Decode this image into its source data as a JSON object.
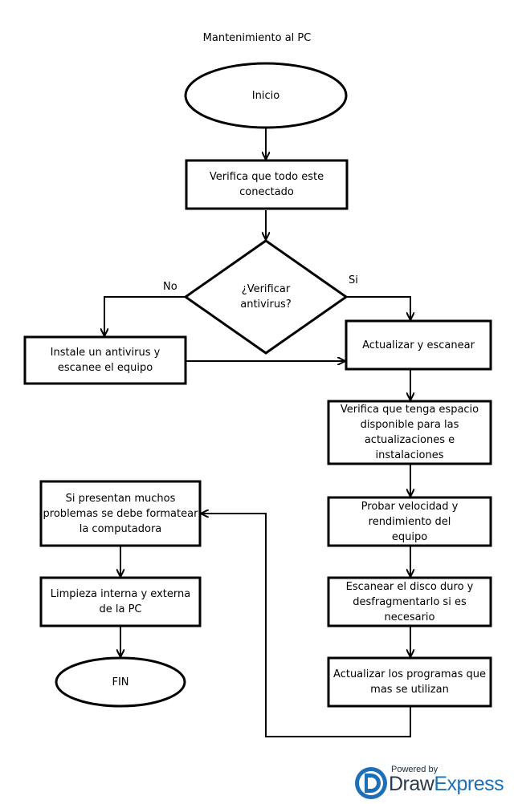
{
  "title": "Mantenimiento al PC",
  "nodes": {
    "start": "Inicio",
    "check_connected": "Verifica que todo este conectado",
    "verify_antivirus": "¿Verificar antivirus?",
    "install_antivirus": "Instale un antivirus y escanee el equipo",
    "update_scan": "Actualizar y escanear",
    "check_space": "Verifica que tenga espacio disponible para las actualizaciones e instalaciones",
    "test_speed": "Probar velocidad y rendimiento del equipo",
    "scan_disk": "Escanear el disco duro y desfragmentarlo si es necesario",
    "update_programs": "Actualizar los programas que mas se utilizan",
    "format_pc": "Si presentan muchos problemas se debe formatear la computadora",
    "clean_pc": "Limpieza interna y externa de la PC",
    "end": "FIN"
  },
  "edge_labels": {
    "no": "No",
    "yes": "Si"
  },
  "brand": {
    "powered_by": "Powered by",
    "name_part1": "Draw",
    "name_part2": "Express"
  },
  "colors": {
    "stroke": "#000000",
    "brand_accent": "#1d6fb8"
  }
}
